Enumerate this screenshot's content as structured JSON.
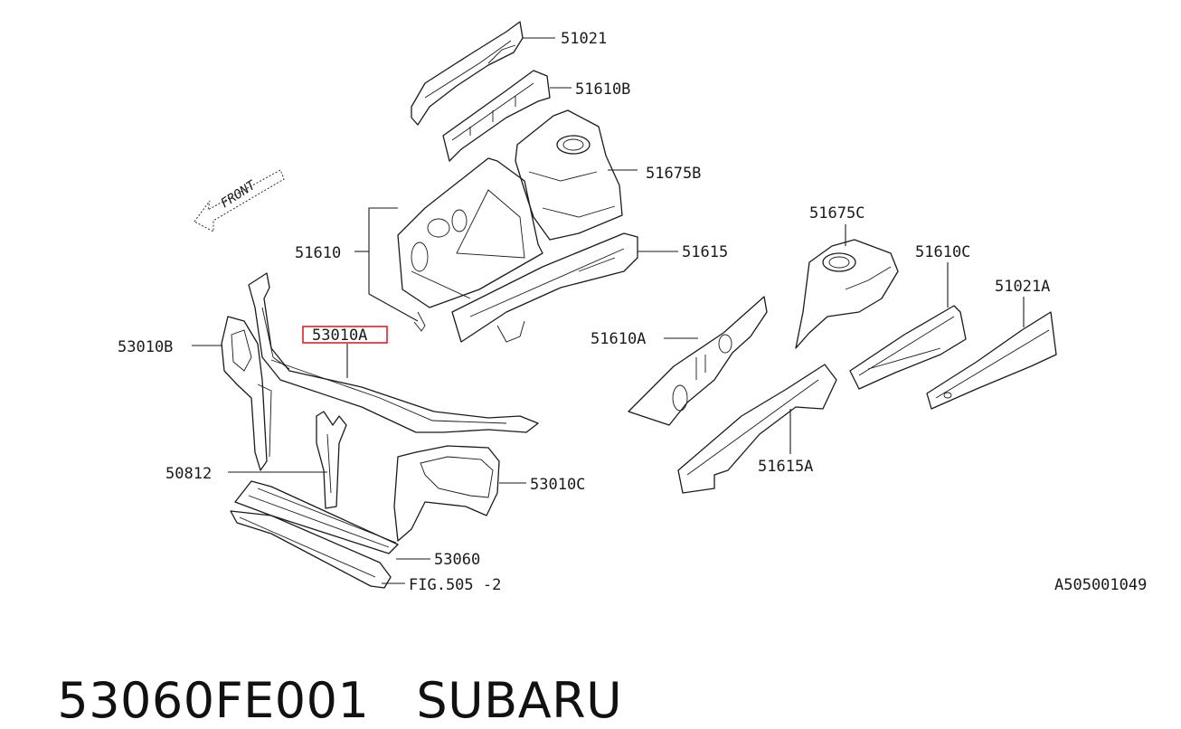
{
  "diagram": {
    "front_label": "FRONT",
    "diagram_id": "A505001049",
    "highlight_color": "#e0202a",
    "callouts": [
      {
        "id": "c51021",
        "text": "51021"
      },
      {
        "id": "c51610B",
        "text": "51610B"
      },
      {
        "id": "c51675B",
        "text": "51675B"
      },
      {
        "id": "c51610",
        "text": "51610"
      },
      {
        "id": "c51615",
        "text": "51615"
      },
      {
        "id": "c53010A",
        "text": "53010A",
        "highlighted": true
      },
      {
        "id": "c53010B",
        "text": "53010B"
      },
      {
        "id": "c50812",
        "text": "50812"
      },
      {
        "id": "c53010C",
        "text": "53010C"
      },
      {
        "id": "c53060",
        "text": "53060"
      },
      {
        "id": "cFIG",
        "text": "FIG.505 -2"
      },
      {
        "id": "c51675C",
        "text": "51675C"
      },
      {
        "id": "c51610C",
        "text": "51610C"
      },
      {
        "id": "c51021A",
        "text": "51021A"
      },
      {
        "id": "c51610A",
        "text": "51610A"
      },
      {
        "id": "c51615A",
        "text": "51615A"
      }
    ]
  },
  "caption": {
    "part_number": "53060FE001",
    "brand": "SUBARU"
  }
}
